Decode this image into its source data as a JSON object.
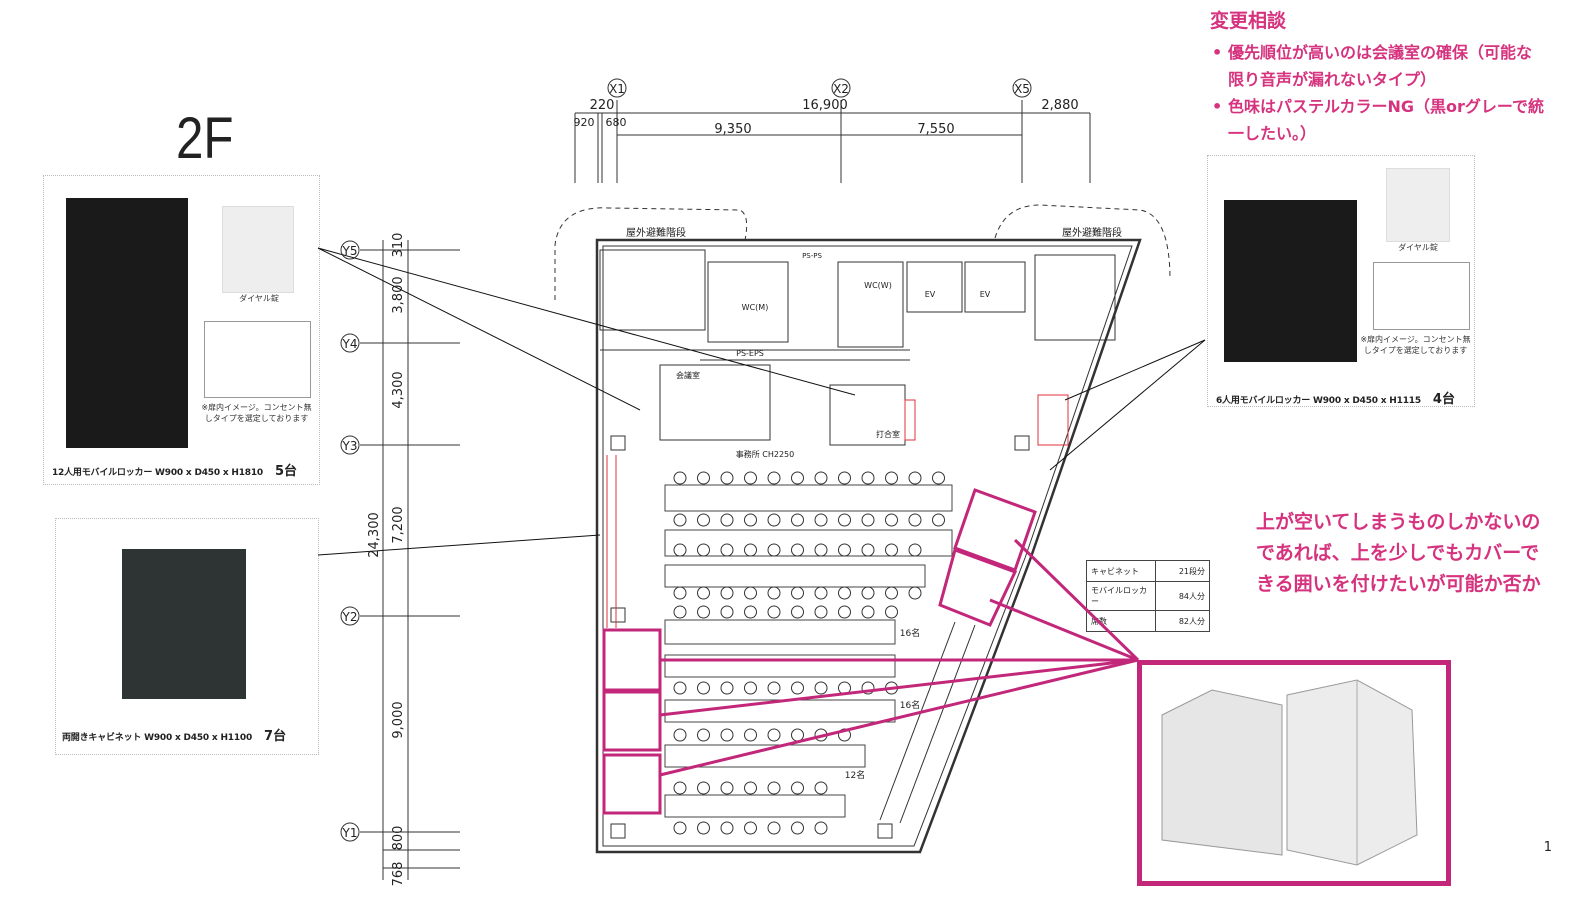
{
  "floor_label": "2F",
  "products": [
    {
      "name": "12人用モバイルロッカー W900 x D450 x H1810",
      "qty": "5台",
      "lock_label": "ダイヤル錠",
      "note": "※扉内イメージ。コンセント無しタイプを選定しております"
    },
    {
      "name": "両開きキャビネット W900 x D450 x H1100",
      "qty": "7台"
    },
    {
      "name": "6人用モバイルロッカー W900 x D450 x H1115",
      "qty": "4台",
      "lock_label": "ダイヤル錠",
      "note": "※扉内イメージ。コンセント無しタイプを選定しております"
    }
  ],
  "notes": {
    "title": "変更相談",
    "items": [
      "優先順位が高いのは会議室の確保（可能な限り音声が漏れないタイプ）",
      "色味はパステルカラーNG（黒orグレーで統一したい。）"
    ],
    "cover_request": "上が空いてしまうものしかないのであれば、上を少しでもカバーできる囲いを付けたいが可能か否か"
  },
  "summary_table": [
    {
      "label": "キャビネット",
      "value": "21段分"
    },
    {
      "label": "モバイルロッカー",
      "value": "84人分"
    },
    {
      "label": "席数",
      "value": "82人分"
    }
  ],
  "plan": {
    "grid_x": [
      "X1",
      "X2",
      "X5"
    ],
    "grid_y": [
      "Y5",
      "Y4",
      "Y3",
      "Y2",
      "Y1"
    ],
    "dims_top": [
      "220",
      "16,900",
      "2,880",
      "920",
      "680",
      "9,350",
      "7,550"
    ],
    "dims_left": [
      "310",
      "3,800",
      "4,300",
      "7,200",
      "24,300",
      "9,000",
      "800",
      "768"
    ],
    "rooms": [
      "屋外避難階段",
      "屋外避難階段",
      "WC(M)",
      "WC(W)",
      "EV",
      "EV",
      "PS-EPS",
      "会議室",
      "事務所 CH2250",
      "打合室",
      "16名",
      "16名",
      "12名",
      "PS-PS"
    ]
  },
  "page_number": "1",
  "colors": {
    "accent": "#d6337f",
    "frame": "#c2277a"
  }
}
